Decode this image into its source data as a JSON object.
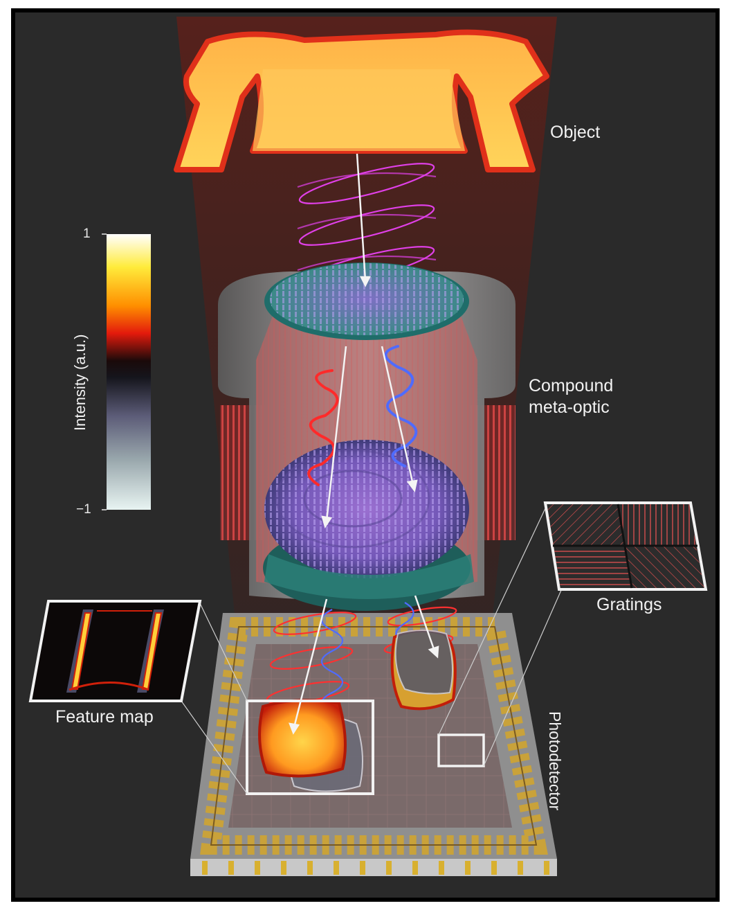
{
  "labels": {
    "object": "Object",
    "compound_line1": "Compound",
    "compound_line2": "meta-optic",
    "gratings": "Gratings",
    "feature_map": "Feature map",
    "photodetector": "Photodetector"
  },
  "colorbar": {
    "label": "Intensity (a.u.)",
    "max": "1",
    "min": "−1",
    "gradient": [
      "#ffffff",
      "#ffeb3b",
      "#ff8f00",
      "#e31a0c",
      "#1a0a0a",
      "#15151c",
      "#5c5c78",
      "#9aa8ad",
      "#e8f4f2"
    ]
  },
  "colors": {
    "background": "#2a2a2a",
    "magenta_wave": "#e040e8",
    "red_wave": "#ff2a2a",
    "blue_wave": "#4f6bff",
    "housing": "#8a8a8a",
    "gold_pads": "#c9a23a"
  }
}
